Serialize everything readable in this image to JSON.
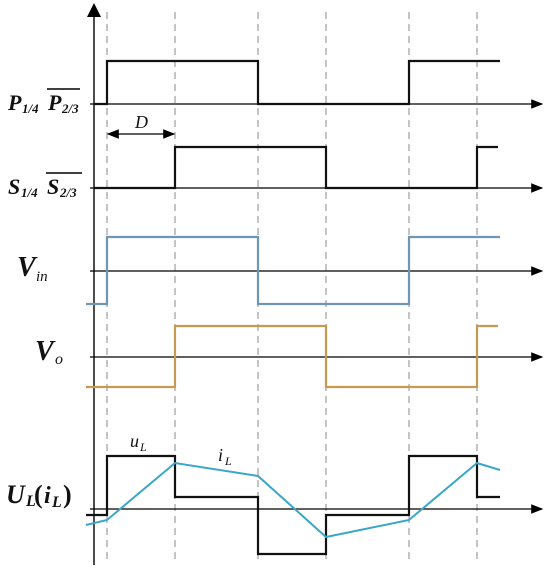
{
  "labels": {
    "p_main": "P",
    "p_sub1": "1/4",
    "p_main2": "P",
    "p_sub2": "2/3",
    "s_main": "S",
    "s_sub1": "1/4",
    "s_main2": "S",
    "s_sub2": "2/3",
    "vin_main": "V",
    "vin_sub": "in",
    "vo_main": "V",
    "vo_sub": "o",
    "ul_main": "U",
    "ul_sub": "L",
    "ul_paren_open": "(",
    "ul_i": "i",
    "ul_isub": "L",
    "ul_paren_close": ")",
    "d_label": "D",
    "uL_main": "u",
    "uL_sub": "L",
    "iL_main": "i",
    "iL_sub": "L"
  },
  "colors": {
    "axis": "#000000",
    "gate": "#111111",
    "vin": "#6f96b4",
    "vo": "#c79a52",
    "ul": "#111111",
    "il": "#3aa6c9",
    "guide": "#888888"
  }
}
